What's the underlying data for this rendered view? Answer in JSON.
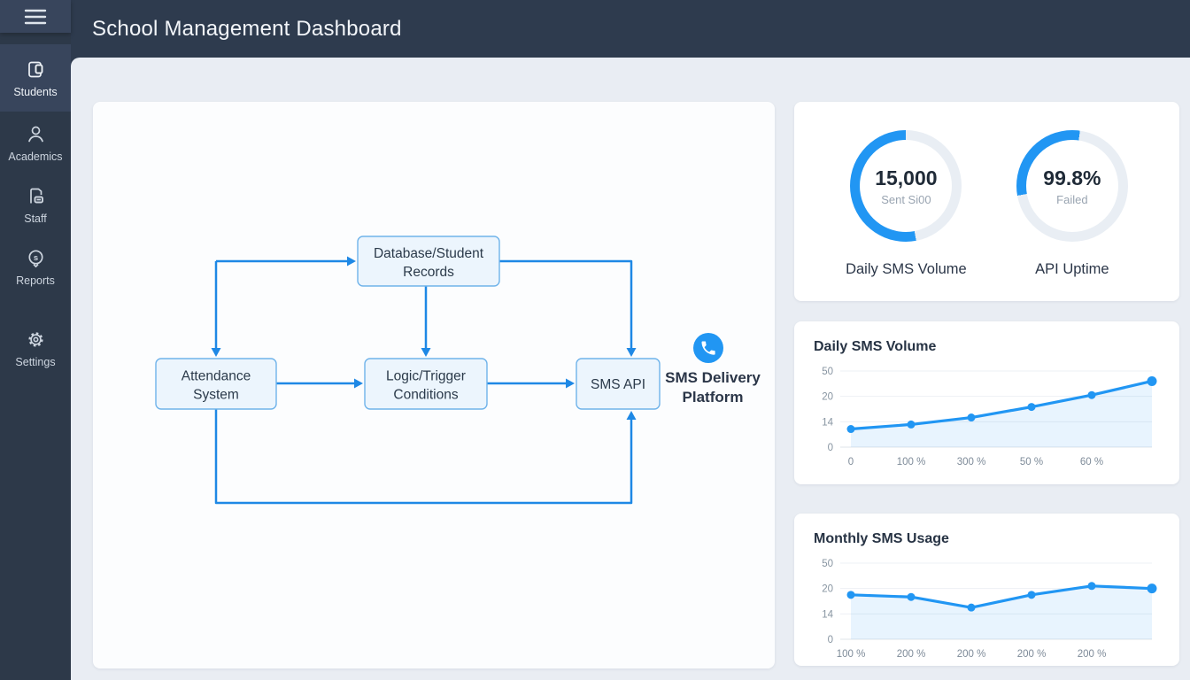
{
  "app": {
    "title": "School Management Dashboard"
  },
  "sidebar": {
    "items": [
      {
        "id": "students",
        "label": "Students",
        "icon": "student-badge",
        "active": true
      },
      {
        "id": "academics",
        "label": "Academics",
        "icon": "person",
        "active": false
      },
      {
        "id": "staff",
        "label": "Staff",
        "icon": "staff-card",
        "active": false
      },
      {
        "id": "reports",
        "label": "Reports",
        "icon": "report-bubble",
        "active": false
      },
      {
        "id": "settings",
        "label": "Settings",
        "icon": "gear",
        "active": false
      }
    ]
  },
  "colors": {
    "accent": "#2196f3",
    "arrow": "#1e88e5",
    "donut_track": "#e9eef4",
    "node_fill": "#ecf5fd",
    "node_border": "#6fb3ea",
    "grid": "#edf0f4",
    "axis": "#dfe4ea",
    "area_fill": "rgba(33,150,243,0.10)",
    "tick_text": "#8794a1"
  },
  "diagram": {
    "nodes": {
      "db": {
        "lines": [
          "Database/Student",
          "Records"
        ]
      },
      "att": {
        "lines": [
          "Attendance",
          "System"
        ]
      },
      "logic": {
        "lines": [
          "Logic/Trigger",
          "Conditions"
        ]
      },
      "api": {
        "lines": [
          "SMS API"
        ]
      }
    },
    "platform": {
      "lines": [
        "SMS Delivery",
        "Platform"
      ]
    }
  },
  "stats": {
    "daily_volume": {
      "value": "15,000",
      "sub": "Sent Si00",
      "label": "Daily SMS Volume",
      "percent": 53,
      "start_deg": 0
    },
    "api_uptime": {
      "value": "99.8%",
      "sub": "Failed",
      "label": "API Uptime",
      "percent": 30,
      "start_deg": 8
    }
  },
  "chart_data": [
    {
      "type": "line",
      "title": "Daily SMS Volume",
      "x_labels": [
        "0",
        "100 %",
        "300 %",
        "50 %",
        "60 %"
      ],
      "y_ticks": [
        50,
        20,
        14,
        0
      ],
      "values": [
        10,
        12.5,
        15,
        17.5,
        21.5,
        38
      ],
      "ylim": [
        0,
        50
      ],
      "grid": true,
      "legend": false
    },
    {
      "type": "line",
      "title": "Monthly SMS Usage",
      "x_labels": [
        "100 %",
        "200 %",
        "200 %",
        "200 %",
        "200 %"
      ],
      "y_ticks": [
        50,
        20,
        14,
        0
      ],
      "values": [
        18.5,
        18,
        15.5,
        18.5,
        23,
        20
      ],
      "ylim": [
        0,
        50
      ],
      "grid": true,
      "legend": false
    }
  ]
}
